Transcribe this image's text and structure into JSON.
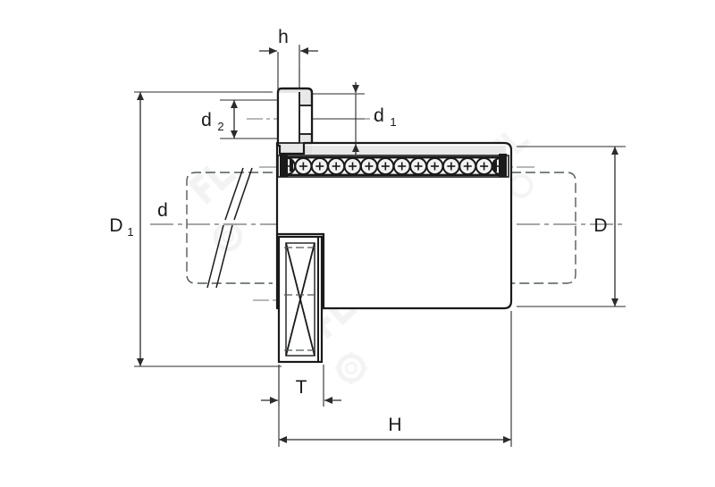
{
  "drawing": {
    "type": "engineering-technical-drawing",
    "subject": "flanged-linear-ball-bearing-cross-section",
    "background_color": "#ffffff",
    "line_color": "#1a1a1a",
    "fill_color": "#e8e8e8",
    "dim_color": "#2b2b2b",
    "hidden_line_color": "#55585a",
    "watermark_color": "#f0f0f0"
  },
  "dimensions": {
    "h": {
      "label": "h",
      "sub": "",
      "orientation": "horizontal",
      "position": "top"
    },
    "d2": {
      "label": "d",
      "sub": "2",
      "orientation": "vertical",
      "position": "upper-left"
    },
    "d1": {
      "label": "d",
      "sub": "1",
      "orientation": "vertical",
      "position": "upper-right"
    },
    "D1": {
      "label": "D",
      "sub": "1",
      "orientation": "vertical",
      "position": "far-left"
    },
    "d": {
      "label": "d",
      "sub": "",
      "orientation": "vertical",
      "position": "left-inner"
    },
    "D": {
      "label": "D",
      "sub": "",
      "orientation": "vertical",
      "position": "far-right"
    },
    "T": {
      "label": "T",
      "sub": "",
      "orientation": "horizontal",
      "position": "bottom-left"
    },
    "H": {
      "label": "H",
      "sub": "",
      "orientation": "horizontal",
      "position": "bottom"
    }
  },
  "bearing": {
    "ball_count": 14,
    "ball_row_label": "ball-bearing-row",
    "centerline_style": "dash-dot"
  },
  "watermark": {
    "text": "PL",
    "has_gear_icon": true
  }
}
